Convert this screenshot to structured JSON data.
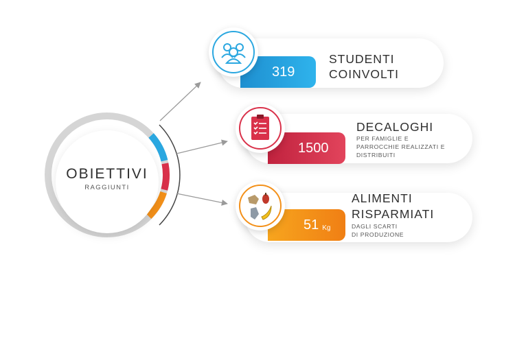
{
  "center": {
    "title": "OBIETTIVI",
    "subtitle": "RAGGIUNTI"
  },
  "colors": {
    "blue": "#2aa7e0",
    "red": "#d9314a",
    "orange": "#f39019",
    "ring_gray": "#d5d5d5",
    "arrow_gray": "#9a9a9a"
  },
  "items": [
    {
      "value": "319",
      "unit": "",
      "title_line1": "STUDENTI",
      "title_line2": "COINVOLTI",
      "desc_line1": "",
      "desc_line2": "",
      "desc_line3": "",
      "icon": "people-group-icon",
      "color": "#2aa7e0"
    },
    {
      "value": "1500",
      "unit": "",
      "title_line1": "DECALOGHI",
      "title_line2": "",
      "desc_line1": "PER FAMIGLIE E",
      "desc_line2": "PARROCCHIE REALIZZATI E",
      "desc_line3": "DISTRIBUITI",
      "icon": "clipboard-checklist-icon",
      "color": "#d9314a"
    },
    {
      "value": "51",
      "unit": "Kg",
      "title_line1": "ALIMENTI",
      "title_line2": "RISPARMIATI",
      "desc_line1": "DAGLI SCARTI",
      "desc_line2": "DI PRODUZIONE",
      "desc_line3": "",
      "icon": "food-scraps-icon",
      "color": "#f39019"
    }
  ]
}
